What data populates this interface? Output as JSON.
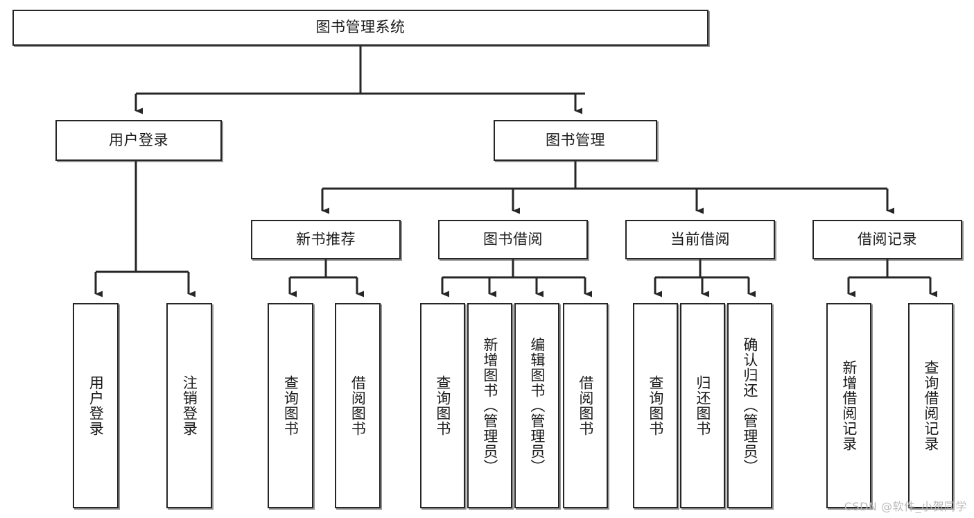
{
  "diagram": {
    "type": "tree-hierarchy-chart",
    "title": "图书管理系统",
    "orientation": "top-down",
    "levels": [
      {
        "level": 1,
        "nodes": [
          {
            "id": "root",
            "label": "图书管理系统",
            "text_direction": "horizontal"
          }
        ]
      },
      {
        "level": 2,
        "nodes": [
          {
            "id": "login",
            "label": "用户登录",
            "text_direction": "horizontal",
            "parent": "root"
          },
          {
            "id": "bookmgmt",
            "label": "图书管理",
            "text_direction": "horizontal",
            "parent": "root"
          }
        ]
      },
      {
        "level": 3,
        "nodes": [
          {
            "id": "newbook",
            "label": "新书推荐",
            "text_direction": "horizontal",
            "parent": "bookmgmt"
          },
          {
            "id": "borrow",
            "label": "图书借阅",
            "text_direction": "horizontal",
            "parent": "bookmgmt"
          },
          {
            "id": "current",
            "label": "当前借阅",
            "text_direction": "horizontal",
            "parent": "bookmgmt"
          },
          {
            "id": "records",
            "label": "借阅记录",
            "text_direction": "horizontal",
            "parent": "bookmgmt"
          }
        ]
      },
      {
        "level": 4,
        "nodes": [
          {
            "id": "leaf1",
            "label": "用户登录",
            "text_direction": "vertical",
            "parent": "login"
          },
          {
            "id": "leaf2",
            "label": "注销登录",
            "text_direction": "vertical",
            "parent": "login"
          },
          {
            "id": "leaf3",
            "label": "查询图书",
            "text_direction": "vertical",
            "parent": "newbook"
          },
          {
            "id": "leaf4",
            "label": "借阅图书",
            "text_direction": "vertical",
            "parent": "newbook"
          },
          {
            "id": "leaf5",
            "label": "查询图书",
            "text_direction": "vertical",
            "parent": "borrow"
          },
          {
            "id": "leaf6",
            "label": "新增图书（管理员）",
            "text_direction": "vertical",
            "parent": "borrow"
          },
          {
            "id": "leaf7",
            "label": "编辑图书（管理员）",
            "text_direction": "vertical",
            "parent": "borrow"
          },
          {
            "id": "leaf8",
            "label": "借阅图书",
            "text_direction": "vertical",
            "parent": "borrow"
          },
          {
            "id": "leaf9",
            "label": "查询图书",
            "text_direction": "vertical",
            "parent": "current"
          },
          {
            "id": "leaf10",
            "label": "归还图书",
            "text_direction": "vertical",
            "parent": "current"
          },
          {
            "id": "leaf11",
            "label": "确认归还（管理员）",
            "text_direction": "vertical",
            "parent": "current"
          },
          {
            "id": "leaf12",
            "label": "新增借阅记录",
            "text_direction": "vertical",
            "parent": "records"
          },
          {
            "id": "leaf13",
            "label": "查询借阅记录",
            "text_direction": "vertical",
            "parent": "records"
          }
        ]
      }
    ],
    "colors": {
      "box_border": "#262626",
      "box_fill": "#ffffff",
      "connector": "#262626",
      "text": "#1b1b1b",
      "watermark": "#b9b9b9"
    }
  },
  "watermark": {
    "text": "CSDN @软件_小贺同学"
  }
}
